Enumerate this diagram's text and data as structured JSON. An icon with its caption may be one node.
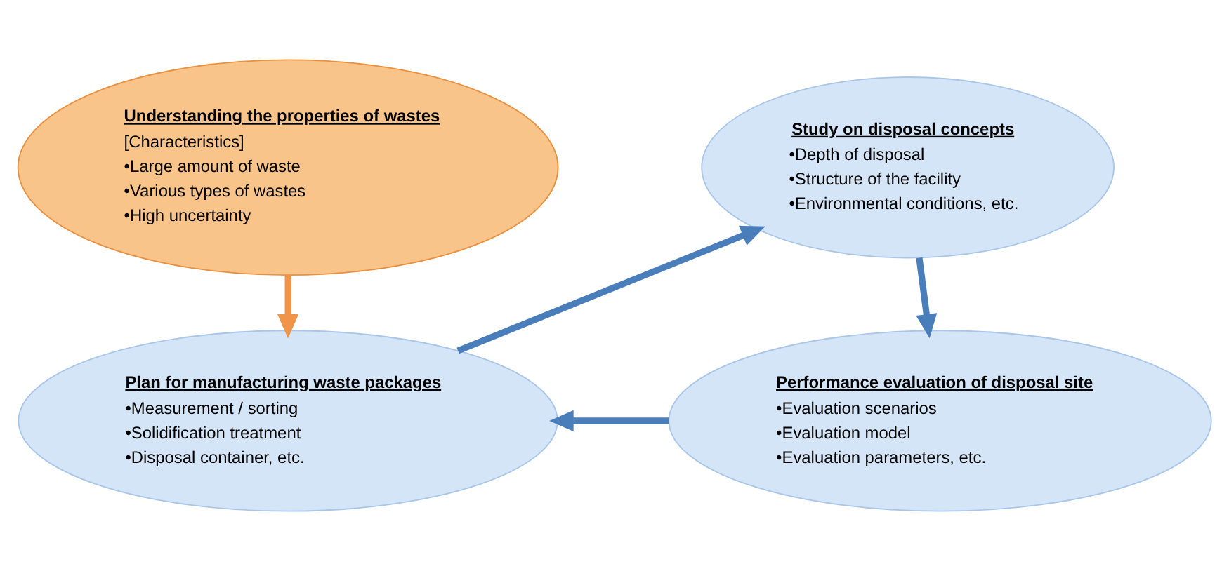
{
  "diagram": {
    "nodes": [
      {
        "text": [
          "Understanding the properties of wastes",
          "[Characteristics]",
          "•Large amount of waste",
          "•Various types of wastes",
          "•High uncertainty"
        ]
      },
      {
        "text": [
          "Study on disposal concepts",
          "•Depth of disposal",
          "•Structure of the facility",
          "•Environmental conditions, etc."
        ]
      },
      {
        "text": [
          "Plan for manufacturing waste packages",
          "•Measurement / sorting",
          "•Solidification treatment",
          "•Disposal container, etc."
        ]
      },
      {
        "text": [
          "Performance evaluation of disposal site",
          "•Evaluation scenarios",
          "•Evaluation model",
          "•Evaluation parameters, etc."
        ]
      }
    ],
    "edges": [
      {
        "from": 0,
        "to": 2,
        "arrow": "to",
        "color": "#f0944a"
      },
      {
        "from": 2,
        "to": 1,
        "arrow": "to"
      },
      {
        "from": 1,
        "to": 3,
        "arrow": "to"
      },
      {
        "from": 3,
        "to": 2,
        "arrow": "to"
      }
    ]
  }
}
